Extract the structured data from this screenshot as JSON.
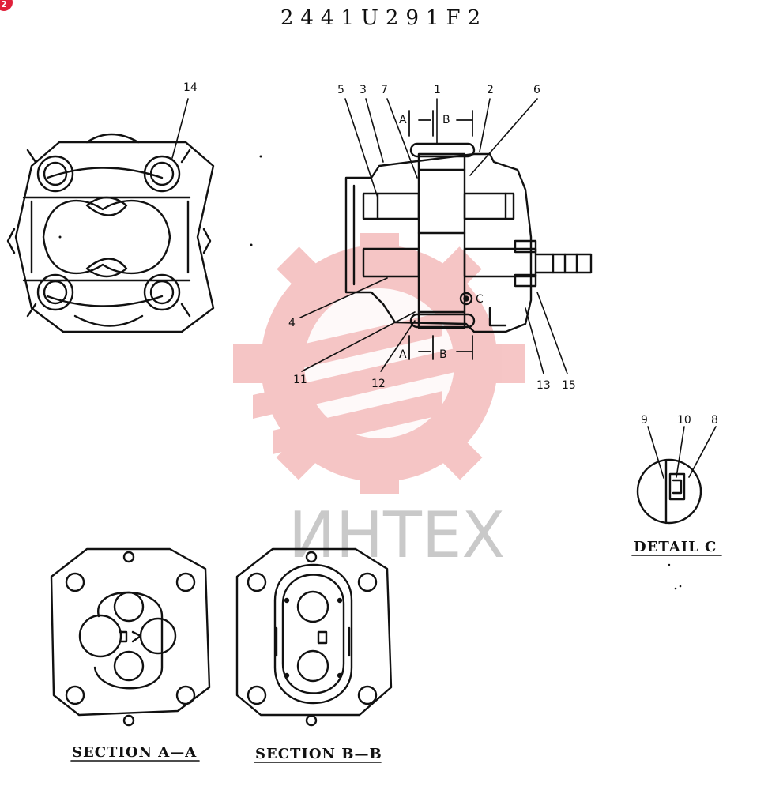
{
  "title": "2441U291F2",
  "badge": "2",
  "watermark": "ИНТЕХ",
  "colors": {
    "ink": "#111111",
    "watermark_red": "#f2b6b6",
    "watermark_gray": "#c9c9c9",
    "badge": "#e0203a"
  },
  "callouts": [
    "14",
    "5",
    "3",
    "7",
    "1",
    "2",
    "6",
    "4",
    "11",
    "12",
    "13",
    "15",
    "9",
    "10",
    "8"
  ],
  "letters": {
    "c": "C",
    "a": "A",
    "b": "B"
  },
  "captions": {
    "detail_c": "DETAIL C",
    "section_aa": "SECTION A—A",
    "section_bb": "SECTION B—B"
  }
}
